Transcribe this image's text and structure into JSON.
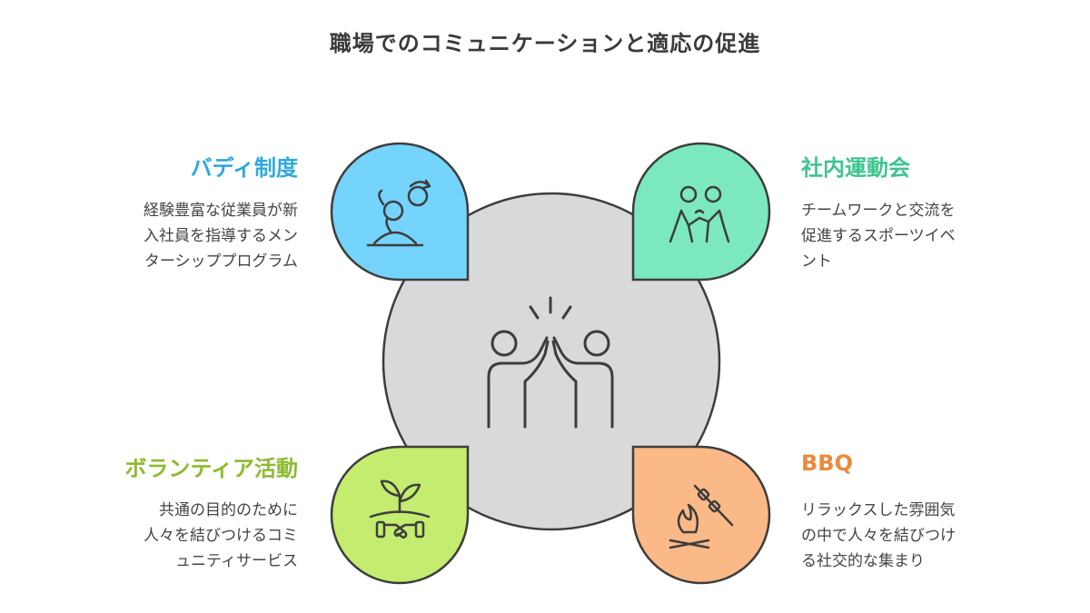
{
  "title": "職場でのコミュニケーションと適応の促進",
  "colors": {
    "center": "#d9d9d9",
    "buddy": "#74d4fb",
    "sports": "#7ce8be",
    "volunteer": "#c4ec6e",
    "bbq": "#fbb988",
    "stroke": "#3d3d3d"
  },
  "sections": {
    "buddy": {
      "heading": "バディ制度",
      "heading_color": "#2fa9dc",
      "description": "経験豊富な従業員が新\n入社員を指導するメン\nターシッププログラム",
      "icon": "mentor-icon"
    },
    "sports": {
      "heading": "社内運動会",
      "heading_color": "#3ec48f",
      "description": "チームワークと交流を\n促進するスポーツイベ\nント",
      "icon": "team-play-icon"
    },
    "volunteer": {
      "heading": "ボランティア活動",
      "heading_color": "#8dbb2e",
      "description": "共通の目的のために\n人々を結びつけるコミ\nュニティサービス",
      "icon": "plant-handshake-icon"
    },
    "bbq": {
      "heading": "BBQ",
      "heading_color": "#e98a3d",
      "description": "リラックスした雰囲気\nの中で人々を結びつけ\nる社交的な集まり",
      "icon": "campfire-skewer-icon"
    }
  },
  "center_icon": "high-five-icon"
}
